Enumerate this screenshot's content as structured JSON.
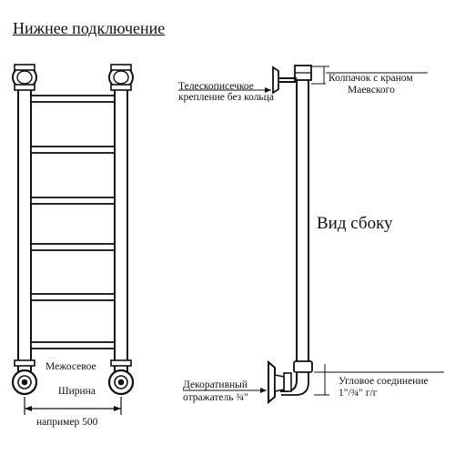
{
  "title": "Нижнее подключение",
  "side_view_label": "Вид сбоку",
  "callouts": {
    "cap_line1": "Колпачок с краном",
    "cap_line2": "Маевского",
    "telescopic_line1": "Телескописечкое",
    "telescopic_line2": "крепление без кольца",
    "reflector_line1": "Декоративный",
    "reflector_line2": "отражатель ¾\"",
    "angle_line1": "Угловое соединение",
    "angle_line2": "1\"/¾\" г/г",
    "spacing_line1": "Межосевое",
    "spacing_line2": "Ширина",
    "spacing_line3": "например 500"
  },
  "front_view": {
    "rung_count": 6
  }
}
